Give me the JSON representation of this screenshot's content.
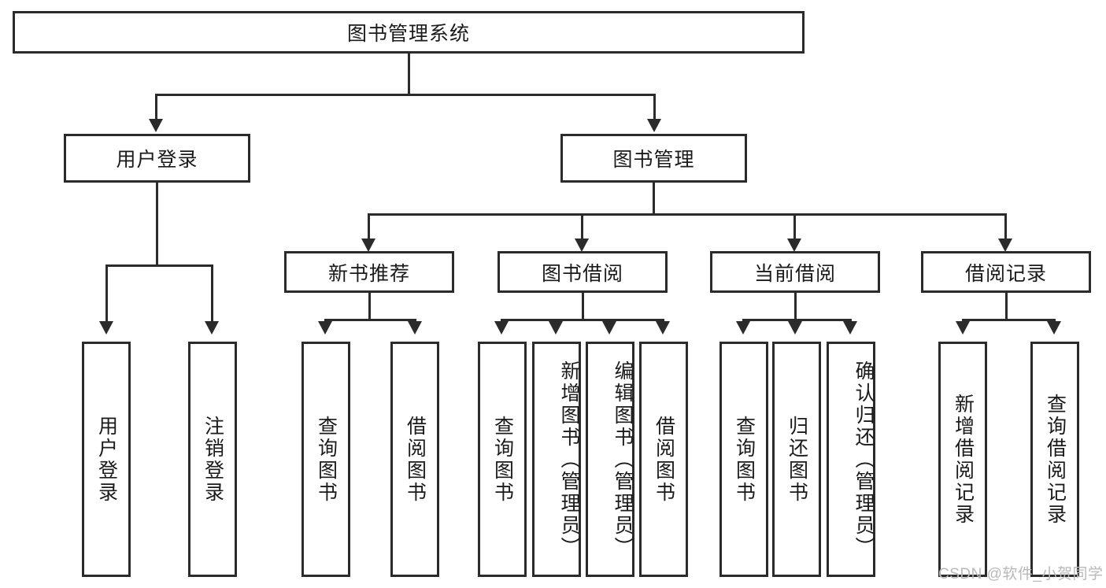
{
  "diagram": {
    "type": "tree-hierarchy",
    "title": "图书管理系统",
    "root": {
      "label": "图书管理系统"
    },
    "level2": [
      {
        "id": "user-login",
        "label": "用户登录"
      },
      {
        "id": "book-management",
        "label": "图书管理"
      }
    ],
    "level3": [
      {
        "id": "new-book-recommend",
        "label": "新书推荐",
        "parent": "book-management"
      },
      {
        "id": "book-borrow",
        "label": "图书借阅",
        "parent": "book-management"
      },
      {
        "id": "current-borrow",
        "label": "当前借阅",
        "parent": "book-management"
      },
      {
        "id": "borrow-record",
        "label": "借阅记录",
        "parent": "book-management"
      }
    ],
    "leaves": [
      {
        "id": "leaf-user-login",
        "label": "用户登录",
        "parent": "user-login"
      },
      {
        "id": "leaf-logout",
        "label": "注销登录",
        "parent": "user-login"
      },
      {
        "id": "leaf-query-book-1",
        "label": "查询图书",
        "parent": "new-book-recommend"
      },
      {
        "id": "leaf-borrow-book-1",
        "label": "借阅图书",
        "parent": "new-book-recommend"
      },
      {
        "id": "leaf-query-book-2",
        "label": "查询图书",
        "parent": "book-borrow"
      },
      {
        "id": "leaf-add-book",
        "label": "新增图书（管理员）",
        "parent": "book-borrow"
      },
      {
        "id": "leaf-edit-book",
        "label": "编辑图书（管理员）",
        "parent": "book-borrow"
      },
      {
        "id": "leaf-borrow-book-2",
        "label": "借阅图书",
        "parent": "book-borrow"
      },
      {
        "id": "leaf-query-book-3",
        "label": "查询图书",
        "parent": "current-borrow"
      },
      {
        "id": "leaf-return-book",
        "label": "归还图书",
        "parent": "current-borrow"
      },
      {
        "id": "leaf-confirm-return",
        "label": "确认归还（管理员）",
        "parent": "current-borrow"
      },
      {
        "id": "leaf-add-record",
        "label": "新增借阅记录",
        "parent": "borrow-record"
      },
      {
        "id": "leaf-query-record",
        "label": "查询借阅记录",
        "parent": "borrow-record"
      }
    ]
  },
  "watermark": {
    "text": "CSDN @软件_小贺同学"
  },
  "colors": {
    "stroke": "#2b2b2b",
    "background": "#ffffff",
    "text": "#1a1a1a",
    "watermark": "#b9b9b9"
  }
}
